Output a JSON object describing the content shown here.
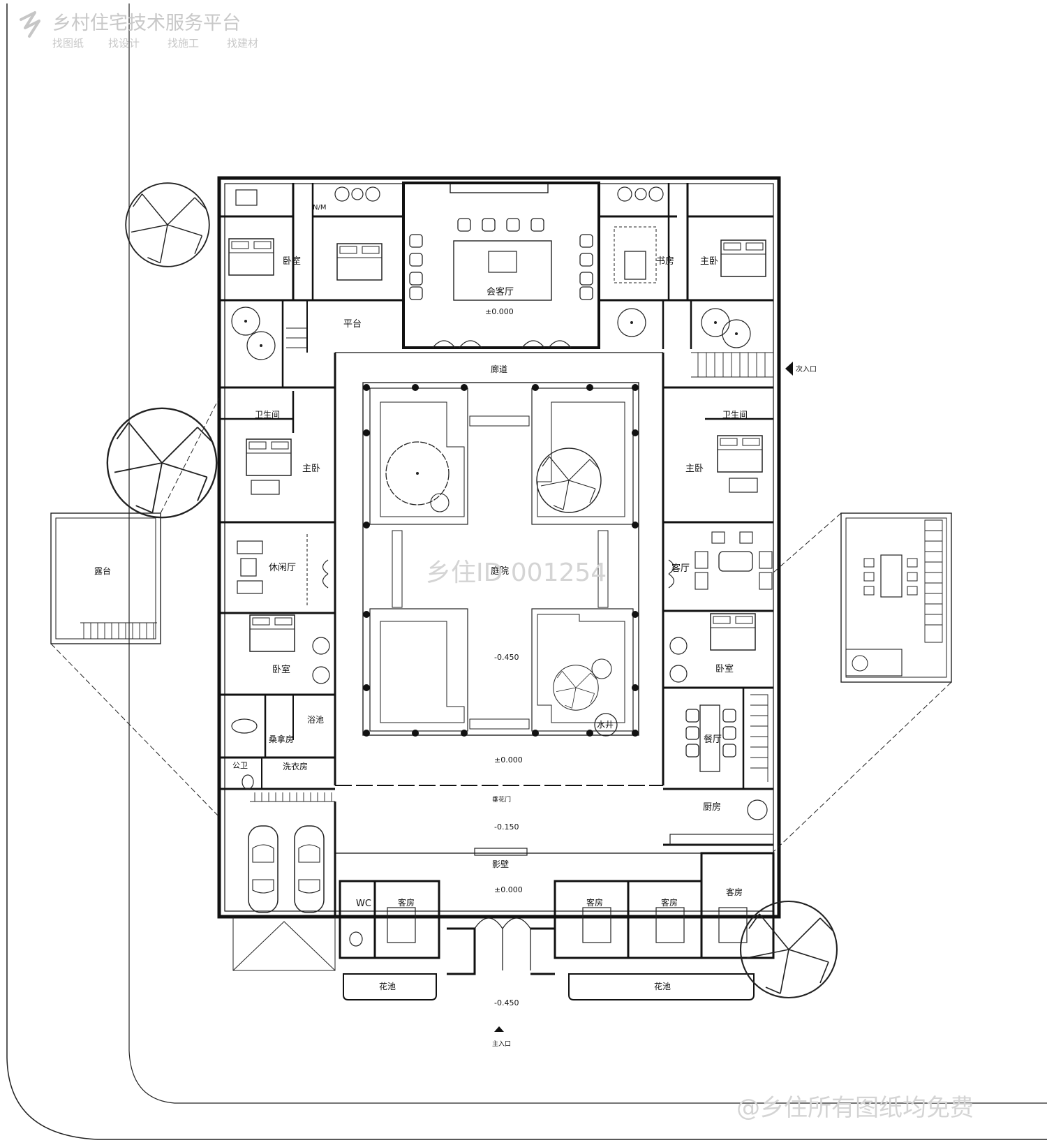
{
  "header": {
    "brand_name": "乡村住宅技术服务平台",
    "brand_links": [
      "找图纸",
      "找设计",
      "找施工",
      "找建材"
    ],
    "brand_logo_icon": "xiangzhu-logo-icon"
  },
  "watermark": {
    "center_id": "乡住ID 001254",
    "bottom_credit": "@乡住所有图纸均免费"
  },
  "rooms": {
    "bedroom_nw": "卧室",
    "wic_nw": "N/M",
    "living_meeting": "会客厅",
    "study": "书房",
    "master_ne": "主卧",
    "platform": "平台",
    "corridor": "廊道",
    "side_entrance": "次入口",
    "bath_w": "卫生间",
    "master_w": "主卧",
    "lounge": "休闲厅",
    "bedroom_w2": "卧室",
    "steam_room": "桑拿房",
    "bath_pool": "浴池",
    "public_wc": "公卫",
    "laundry": "洗衣房",
    "bath_e": "卫生间",
    "master_e": "主卧",
    "guest_hall_e": "客厅",
    "bedroom_e2": "卧室",
    "dining": "餐厅",
    "kitchen": "厨房",
    "courtyard": "庭院",
    "well": "水井",
    "gate_inner": "垂花门",
    "screen_wall": "影壁",
    "guest_room_1": "客房",
    "guest_room_2": "客房",
    "guest_room_3": "客房",
    "guest_room_4": "客房",
    "wc_south": "WC",
    "flower_bed_1": "花池",
    "flower_bed_2": "花池",
    "main_entrance": "主入口",
    "terrace": "露台"
  },
  "levels": {
    "lv_hall": "±0.000",
    "lv_court": "-0.450",
    "lv_gate": "±0.000",
    "lv_front": "-0.150",
    "lv_entry": "±0.000",
    "lv_outside": "-0.450"
  }
}
